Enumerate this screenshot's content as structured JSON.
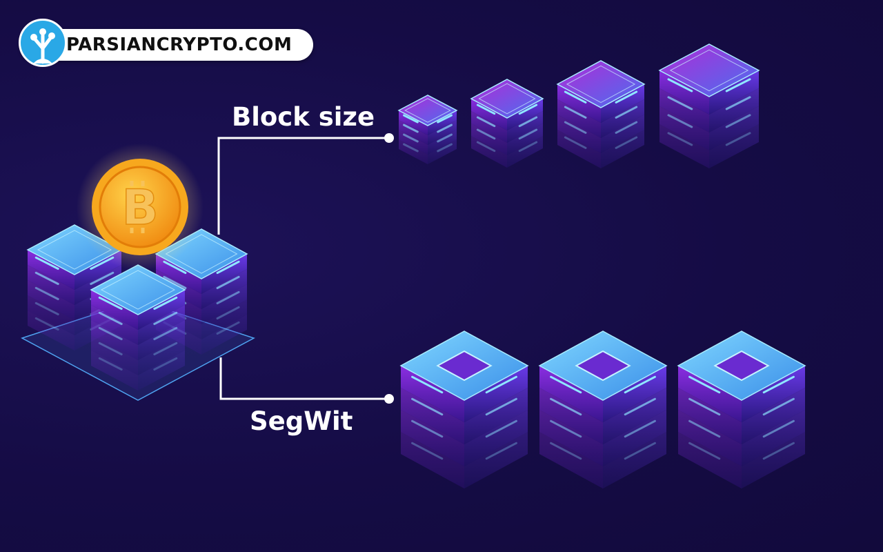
{
  "logo": {
    "text": "PARSIANCRYPTO.COM",
    "icon": "tree-network-icon"
  },
  "branches": {
    "block_size": {
      "label": "Block size",
      "blocks_shown": 4
    },
    "segwit": {
      "label": "SegWit",
      "blocks_shown": 3
    }
  },
  "hub": {
    "coin_icon": "bitcoin-icon",
    "coin_glyph": "B",
    "servers_shown": 3
  },
  "colors": {
    "background": "#150c45",
    "connector": "#ffffff",
    "coin": "#f5a21b",
    "block_top": "#5ac2f5",
    "block_side": "#7a2ad6"
  }
}
